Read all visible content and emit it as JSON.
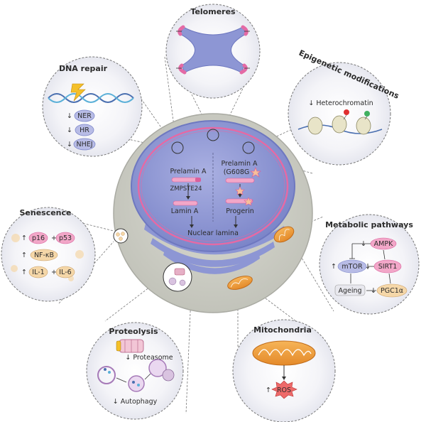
{
  "telomeres": {
    "title": "Telomeres"
  },
  "dna_repair": {
    "title": "DNA repair",
    "down": "↓",
    "items": [
      "NER",
      "HR",
      "NHEJ"
    ]
  },
  "epigenetic": {
    "title": "Epigenetic modifications",
    "label": "↓ Heterochromatin"
  },
  "nucleus": {
    "prelamin_left": "Prelamin A",
    "enzyme": "ZMPSTE24",
    "lamin": "Lamin A",
    "prelamin_right": "Prelamin A",
    "mutation": "(G608G",
    "progerin": "Progerin",
    "lamina": "Nuclear lamina"
  },
  "senescence": {
    "title": "Senescence",
    "up": "↑",
    "plus": "+",
    "row1": [
      "p16",
      "p53"
    ],
    "row2": [
      "NF-κB"
    ],
    "row3": [
      "IL-1",
      "IL-6"
    ]
  },
  "metabolic": {
    "title": "Metabolic pathways",
    "up": "↑",
    "down": "↓",
    "ampk": "AMPK",
    "mtor": "mTOR",
    "sirt1": "SIRT1",
    "ageing": "Ageing",
    "pgc": "PGC1α"
  },
  "proteolysis": {
    "title": "Proteolysis",
    "proteasome": "↓ Proteasome",
    "autophagy": "↓ Autophagy"
  },
  "mitochondria": {
    "title": "Mitochondria",
    "ros_arrow": "↑",
    "ros": "ROS"
  },
  "colors": {
    "nucleus": "#8d96d4",
    "cell": "#cfd0c8",
    "pink": "#e46aa5",
    "mito": "#f0a040",
    "panel_fill": "#f2f2f6"
  }
}
